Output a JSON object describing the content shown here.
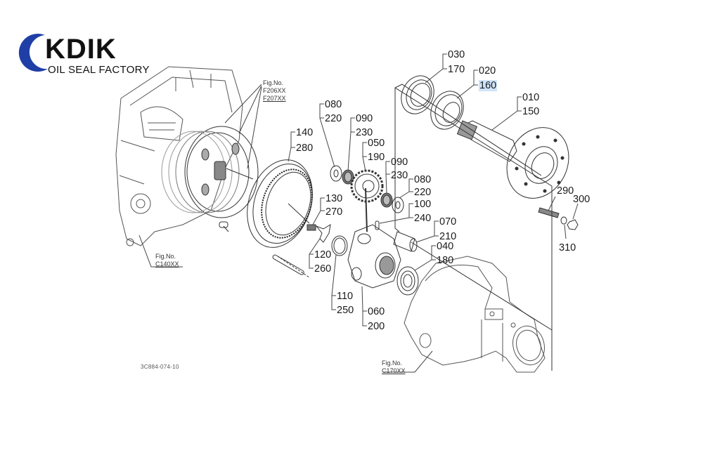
{
  "logo": {
    "brand": "KDIK",
    "tagline": "OIL SEAL FACTORY",
    "accent_color": "#1f3fa6"
  },
  "figure_refs": {
    "f206": {
      "title": "Fig.No.",
      "line1": "F206XX",
      "line2": "F207XX"
    },
    "c140": {
      "title": "Fig.No.",
      "line1": "C140XX"
    },
    "c170": {
      "title": "Fig.No.",
      "line1": "C170XX"
    }
  },
  "drawing_code": "3C884-074-10",
  "callouts": [
    {
      "id": "030",
      "qty": "170",
      "part": "oil-seal-outer"
    },
    {
      "id": "020",
      "qty": "160",
      "part": "oil-seal-inner",
      "highlighted": true
    },
    {
      "id": "010",
      "qty": "150",
      "part": "axle-shaft"
    },
    {
      "id": "140",
      "qty": "280",
      "part": "internal-ring-gear"
    },
    {
      "id": "080",
      "qty": "220",
      "part": "thrust-washer"
    },
    {
      "id": "090",
      "qty": "230",
      "part": "needle-bearing"
    },
    {
      "id": "050",
      "qty": "190",
      "part": "planet-gear"
    },
    {
      "id": "090",
      "qty": "230",
      "part": "needle-bearing-2"
    },
    {
      "id": "080",
      "qty": "220",
      "part": "thrust-washer-2"
    },
    {
      "id": "100",
      "qty": "240",
      "part": "pin"
    },
    {
      "id": "070",
      "qty": "210",
      "part": "planet-shaft"
    },
    {
      "id": "040",
      "qty": "180",
      "part": "ball-bearing"
    },
    {
      "id": "130",
      "qty": "270",
      "part": "bolt"
    },
    {
      "id": "120",
      "qty": "260",
      "part": "lock-plate"
    },
    {
      "id": "110",
      "qty": "250",
      "part": "snap-ring"
    },
    {
      "id": "060",
      "qty": "200",
      "part": "planet-carrier"
    },
    {
      "id": "290",
      "qty": "",
      "part": "stud-bolt"
    },
    {
      "id": "300",
      "qty": "",
      "part": "nut"
    },
    {
      "id": "310",
      "qty": "",
      "part": "washer"
    }
  ]
}
